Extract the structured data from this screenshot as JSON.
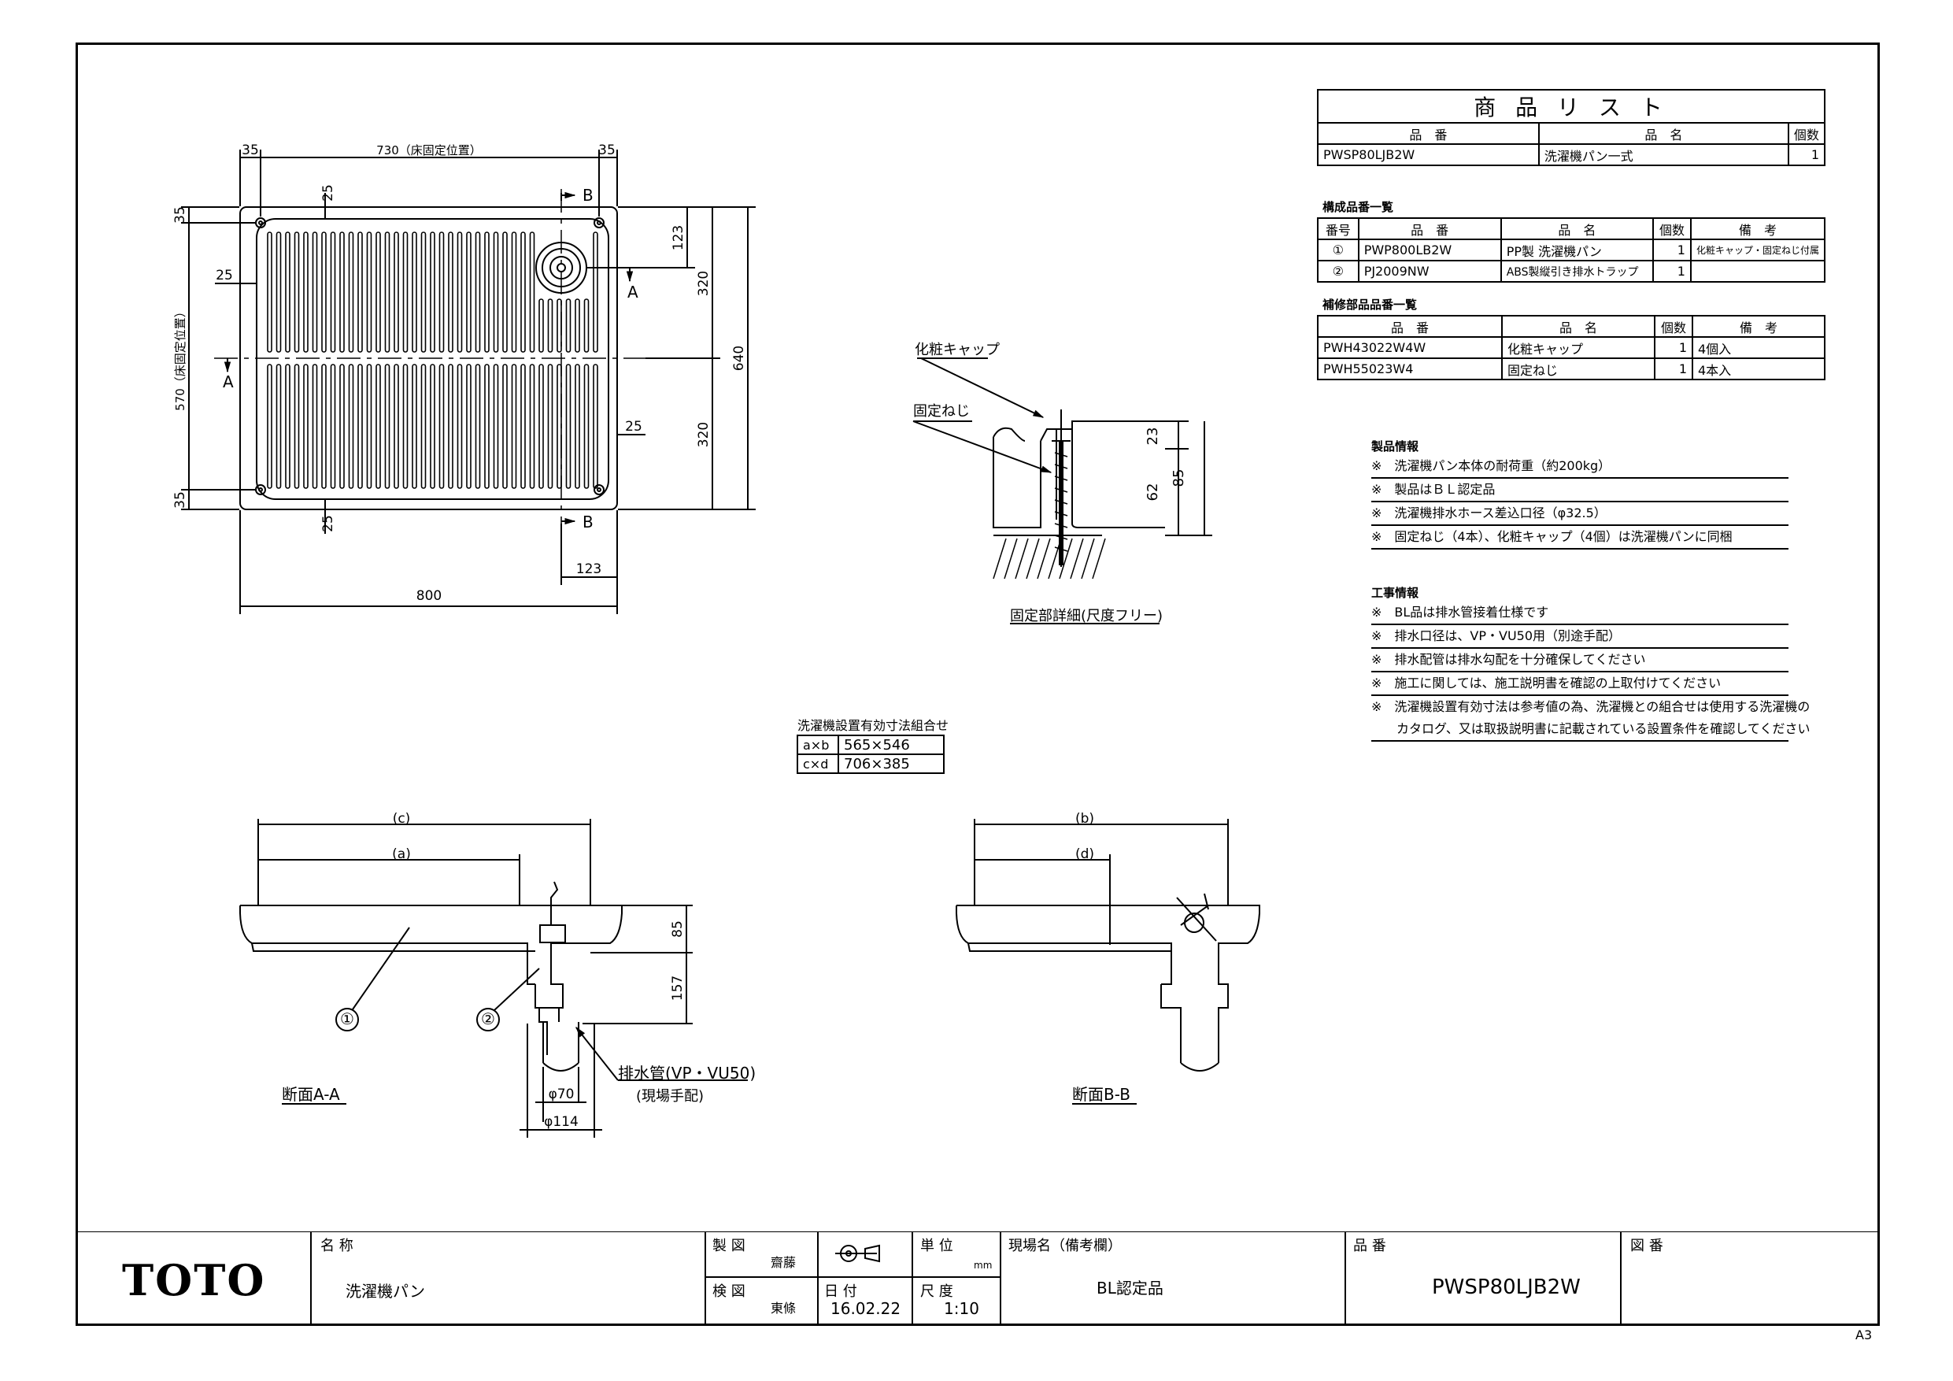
{
  "product_list": {
    "title": "商 品 リ ス ト",
    "headers": [
      "品　番",
      "品　名",
      "個数"
    ],
    "rows": [
      [
        "PWSP80LJB2W",
        "洗濯機パン一式",
        "1"
      ]
    ]
  },
  "components": {
    "caption": "構成品番一覧",
    "headers": [
      "番号",
      "品　番",
      "品　名",
      "個数",
      "備　考"
    ],
    "rows": [
      [
        "①",
        "PWP800LB2W",
        "PP製 洗濯機パン",
        "1",
        "化粧キャップ・固定ねじ付属"
      ],
      [
        "②",
        "PJ2009NW",
        "ABS製縦引き排水トラップ",
        "1",
        ""
      ]
    ]
  },
  "repair_parts": {
    "caption": "補修部品品番一覧",
    "headers": [
      "品　番",
      "品　名",
      "個数",
      "備　考"
    ],
    "rows": [
      [
        "PWH43022W4W",
        "化粧キャップ",
        "1",
        "4個入"
      ],
      [
        "PWH55023W4",
        "固定ねじ",
        "1",
        "4本入"
      ]
    ]
  },
  "product_info": {
    "caption": "製品情報",
    "items": [
      "※　洗濯機パン本体の耐荷重（約200kg）",
      "※　製品はＢＬ認定品",
      "※　洗濯機排水ホース差込口径（φ32.5）",
      "※　固定ねじ（4本）、化粧キャップ（4個）は洗濯機パンに同梱"
    ]
  },
  "construction_info": {
    "caption": "工事情報",
    "items": [
      "※　BL品は排水管接着仕様です",
      "※　排水口径は、VP・VU50用（別途手配）",
      "※　排水配管は排水勾配を十分確保してください",
      "※　施工に関しては、施工説明書を確認の上取付けてください",
      "※　洗濯機設置有効寸法は参考値の為、洗濯機との組合せは使用する洗濯機の",
      "　　カタログ、又は取扱説明書に記載されている設置条件を確認してください"
    ]
  },
  "install_dims": {
    "caption": "洗濯機設置有効寸法組合せ",
    "rows": [
      [
        "a×b",
        "565×546"
      ],
      [
        "c×d",
        "706×385"
      ]
    ]
  },
  "plan_view": {
    "dim_top": [
      "35",
      "730（床固定位置）",
      "35"
    ],
    "dim_left": [
      "35",
      "570（床固定位置）",
      "35"
    ],
    "dim_25": "25",
    "dim_123": "123",
    "dim_320": "320",
    "dim_640": "640",
    "dim_800": "800",
    "mark_a": "A",
    "mark_b": "B"
  },
  "detail_view": {
    "label_cap": "化粧キャップ",
    "label_screw": "固定ねじ",
    "dim_23": "23",
    "dim_62": "62",
    "dim_85": "85",
    "caption": "固定部詳細(尺度フリー)"
  },
  "section_aa": {
    "dim_c": "(c)",
    "dim_a": "(a)",
    "dim_85": "85",
    "dim_157": "157",
    "dim_70": "φ70",
    "dim_114": "φ114",
    "callout_1": "①",
    "callout_2": "②",
    "pipe_label": "排水管(VP・VU50)",
    "pipe_sub": "(現場手配)",
    "caption": "断面A-A"
  },
  "section_bb": {
    "dim_b": "(b)",
    "dim_d": "(d)",
    "caption": "断面B-B"
  },
  "title_block": {
    "logo": "TOTO",
    "name_label": "名 称",
    "name_value": "洗濯機パン",
    "drawn_label": "製 図",
    "drawn_by": "齋藤",
    "checked_label": "検 図",
    "checked_by": "東條",
    "unit_label": "単 位",
    "unit_value": "mm",
    "date_label": "日 付",
    "date_value": "16.02.22",
    "scale_label": "尺 度",
    "scale_value": "1:10",
    "site_label": "現場名（備考欄）",
    "site_value": "BL認定品",
    "part_label": "品 番",
    "part_value": "PWSP80LJB2W",
    "drawing_label": "図 番"
  },
  "sheet_size": "A3"
}
